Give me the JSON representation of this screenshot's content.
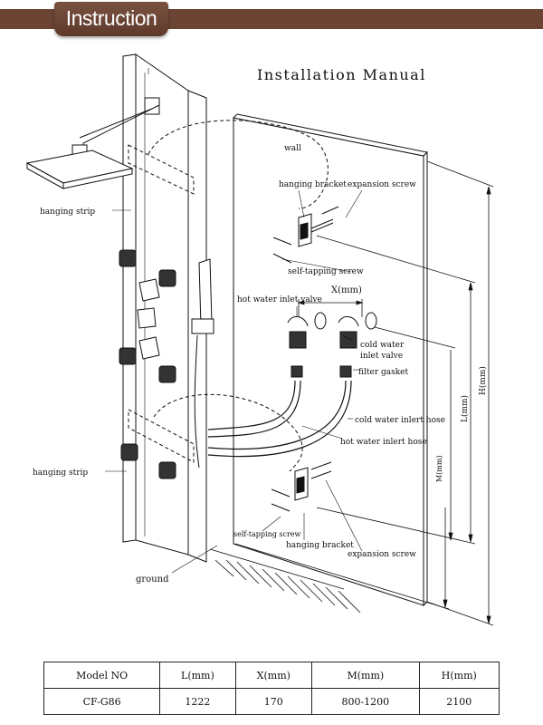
{
  "header": {
    "title": "Instruction"
  },
  "diagram": {
    "title": "Installation Manual",
    "labels": {
      "wall": "wall",
      "hanging_strip_top": "hanging strip",
      "hanging_strip_bottom": "hanging strip",
      "hanging_bracket_top": "hanging bracket",
      "expansion_screw_top": "expansion screw",
      "self_tapping_screw_top": "self-tapping screw",
      "x_dim": "X(mm)",
      "hot_water_inlet_valve": "hot water inlet valve",
      "cold_water_inlet_valve_1": "cold water",
      "cold_water_inlet_valve_2": "inlet valve",
      "filter_gasket": "filter gasket",
      "cold_water_inlet_hose": "cold water inlert hose",
      "hot_water_inlet_hose": "hot water inlert hose",
      "l_dim": "L(mm)",
      "h_dim": "H(mm)",
      "m_dim": "M(mm)",
      "self_tapping_screw_bottom": "self-tapping screw",
      "hanging_bracket_bottom": "hanging bracket",
      "expansion_screw_bottom": "expansion screw",
      "ground": "ground"
    }
  },
  "spec_table": {
    "headers": [
      "Model NO",
      "L(mm)",
      "X(mm)",
      "M(mm)",
      "H(mm)"
    ],
    "rows": [
      [
        "CF-G86",
        "1222",
        "170",
        "800-1200",
        "2100"
      ]
    ]
  }
}
